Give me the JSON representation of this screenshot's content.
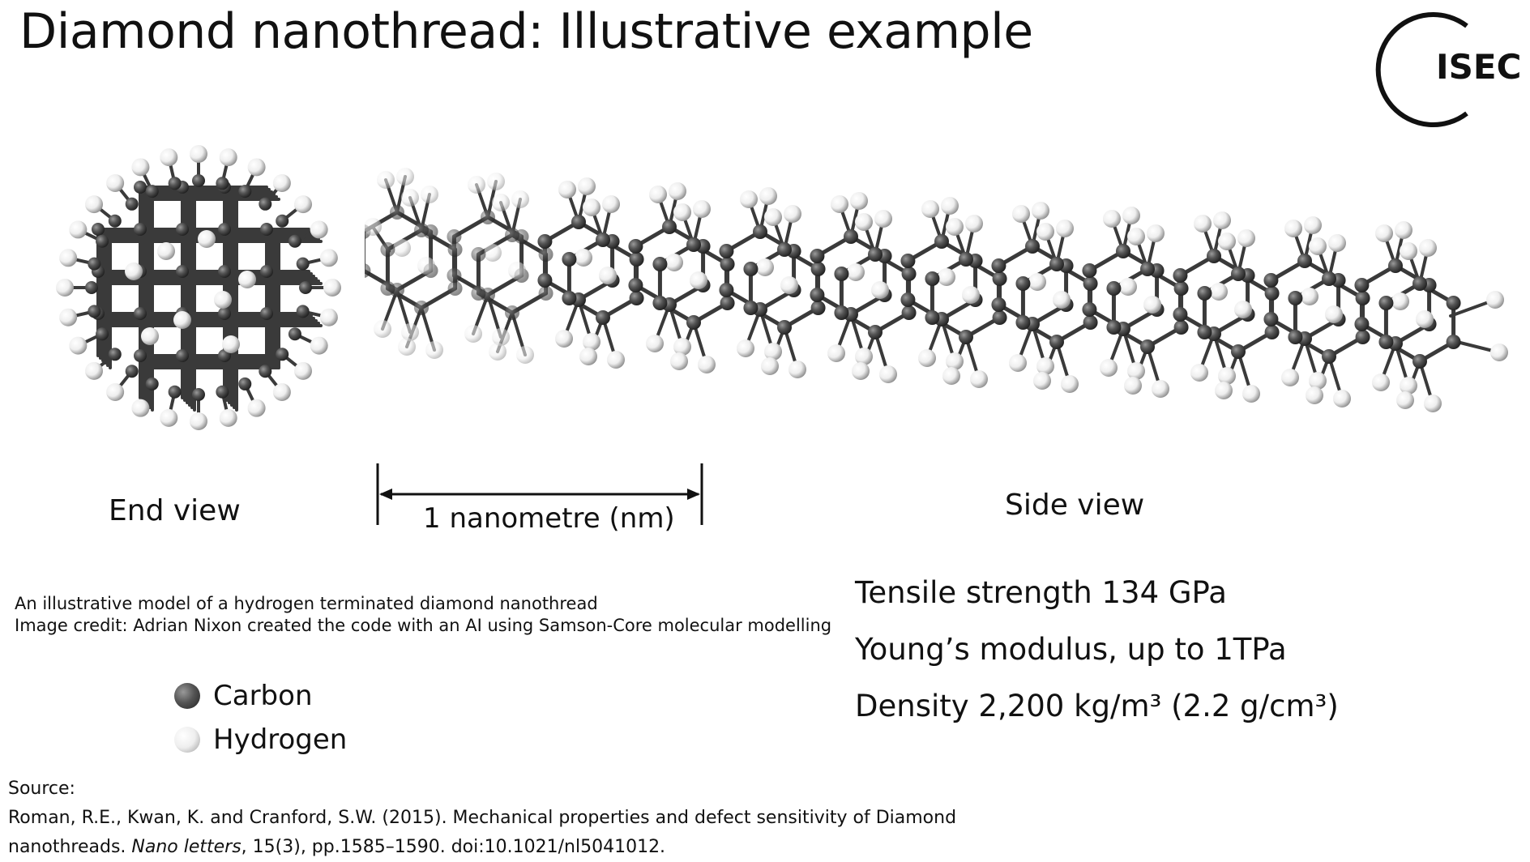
{
  "title": "Diamond nanothread: Illustrative example",
  "logo_text": "ISEC",
  "labels": {
    "end_view": "End view",
    "side_view": "Side view",
    "scale": "1 nanometre (nm)"
  },
  "caption": {
    "line1": "An illustrative model of a hydrogen terminated diamond nanothread",
    "line2": "Image credit: Adrian Nixon created the code with an AI using Samson-Core molecular modelling"
  },
  "legend": [
    {
      "label": "Carbon",
      "color": "#4a4a4a"
    },
    {
      "label": "Hydrogen",
      "color": "#f2f2f2"
    }
  ],
  "properties": [
    "Tensile strength 134 GPa",
    "Young’s modulus, up to 1TPa",
    "Density 2,200 kg/m³ (2.2 g/cm³)"
  ],
  "source": {
    "heading": "Source:",
    "line1": "Roman, R.E., Kwan, K. and Cranford, S.W. (2015). Mechanical properties and defect sensitivity of Diamond",
    "line2_pre": "nanothreads. ",
    "journal": "Nano letters",
    "line2_post": ", 15(3), pp.1585–1590. doi:10.1021/nl5041012."
  },
  "colors": {
    "carbon": "#4a4a4a",
    "hydrogen": "#f0f0f0",
    "bond": "#3a3a3a"
  }
}
